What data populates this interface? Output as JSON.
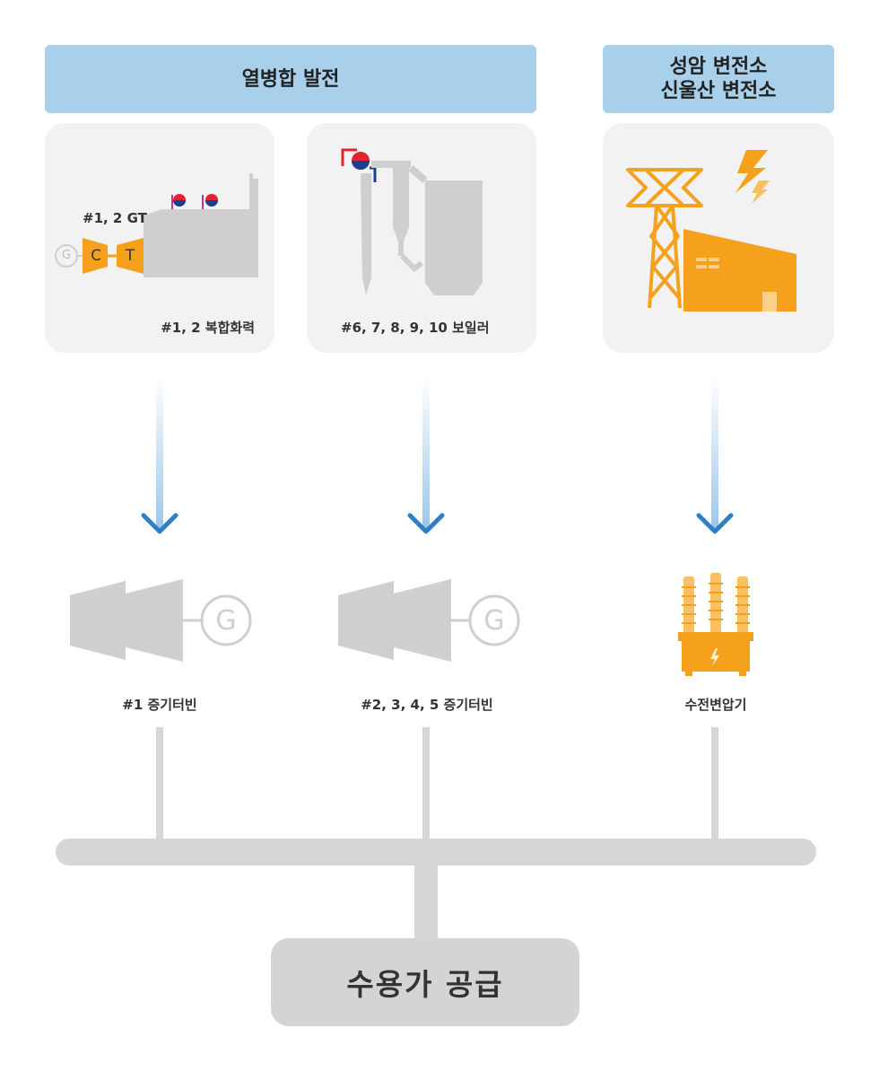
{
  "headers": {
    "chp": "열병합 발전",
    "substation_line1": "성암 변전소",
    "substation_line2": "신울산 변전소"
  },
  "cards": {
    "combined_cycle": {
      "gt_label": "#1, 2 GT",
      "g_letter": "G",
      "c_letter": "C",
      "t_letter": "T",
      "label": "#1, 2 복합화력"
    },
    "boiler": {
      "label": "#6, 7, 8, 9, 10 보일러"
    }
  },
  "units": {
    "turbine1": {
      "label": "#1 증기터빈",
      "g_letter": "G"
    },
    "turbine2": {
      "label": "#2, 3, 4, 5 증기터빈",
      "g_letter": "G"
    },
    "transformer": {
      "label": "수전변압기"
    }
  },
  "supply": {
    "label": "수용가 공급"
  },
  "colors": {
    "header_bg": "#a9d0ea",
    "orange": "#f6a11c",
    "gray": "#cfcfcf",
    "card_bg": "#f2f2f2",
    "arrow": "#2f7fc8",
    "red": "#e1252f",
    "navy": "#1d3f8f"
  }
}
